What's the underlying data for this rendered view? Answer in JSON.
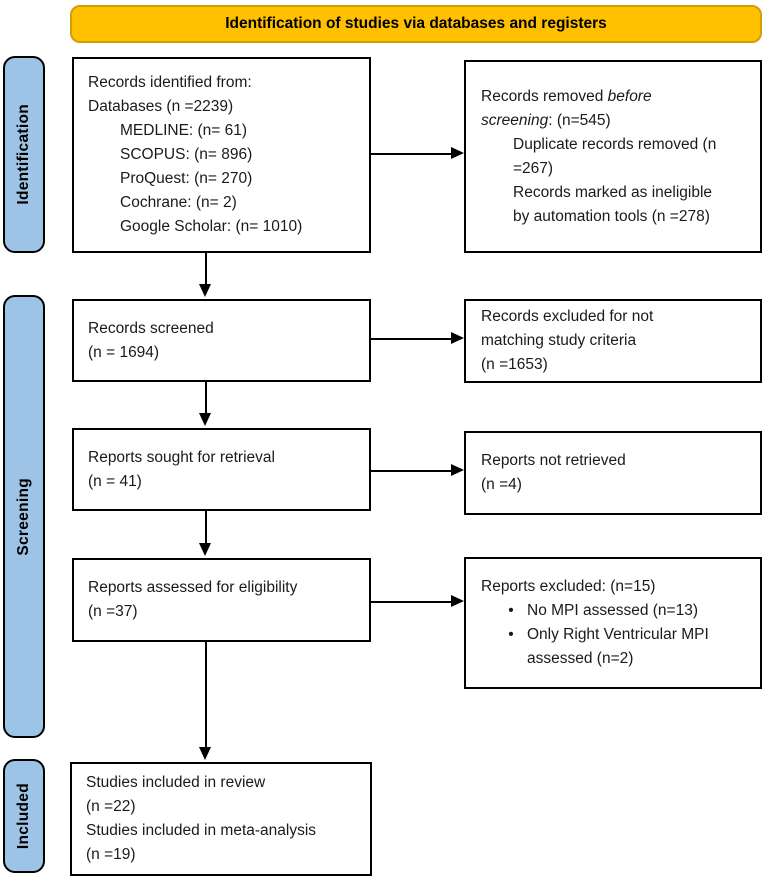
{
  "banner": {
    "title": "Identification of studies via databases and registers"
  },
  "colors": {
    "banner_fill": "#FFC000",
    "banner_border": "#D49E00",
    "stage_fill": "#9DC3E6",
    "box_border": "#000000"
  },
  "stages": [
    {
      "label": "Identification"
    },
    {
      "label": "Screening"
    },
    {
      "label": "Included"
    }
  ],
  "boxes": {
    "records_identified": {
      "lines": [
        "Records identified from:",
        "Databases (n =2239)"
      ],
      "sub": [
        "MEDLINE: (n= 61)",
        "SCOPUS: (n= 896)",
        "ProQuest: (n= 270)",
        "Cochrane: (n= 2)",
        "Google Scholar: (n= 1010)"
      ]
    },
    "records_removed": {
      "line1_normal": "Records removed ",
      "line1_italic": "before",
      "line2_italic": "screening",
      "line2_normal": ": (n=545)",
      "sub": [
        "Duplicate records removed (n",
        "=267)",
        "Records marked as ineligible",
        "by automation tools (n =278)"
      ]
    },
    "records_screened": {
      "lines": [
        "Records screened",
        "(n = 1694)"
      ]
    },
    "records_excluded": {
      "lines": [
        "Records excluded for not",
        "matching study criteria",
        "(n =1653)"
      ]
    },
    "reports_sought": {
      "lines": [
        "Reports sought for retrieval",
        "(n = 41)"
      ]
    },
    "reports_not_retrieved": {
      "lines": [
        "Reports not retrieved",
        "(n =4)"
      ]
    },
    "reports_assessed": {
      "lines": [
        "Reports assessed for eligibility",
        "(n =37)"
      ]
    },
    "reports_excluded": {
      "header": "Reports excluded: (n=15)",
      "bullet_glyph": "•",
      "bullets": [
        {
          "lines": [
            "No MPI assessed (n=13)"
          ]
        },
        {
          "lines": [
            "Only Right Ventricular MPI",
            "assessed (n=2)"
          ]
        }
      ]
    },
    "studies_included": {
      "lines": [
        "Studies included in review",
        "(n =22)",
        "Studies included in meta-analysis",
        "(n =19)"
      ]
    }
  }
}
